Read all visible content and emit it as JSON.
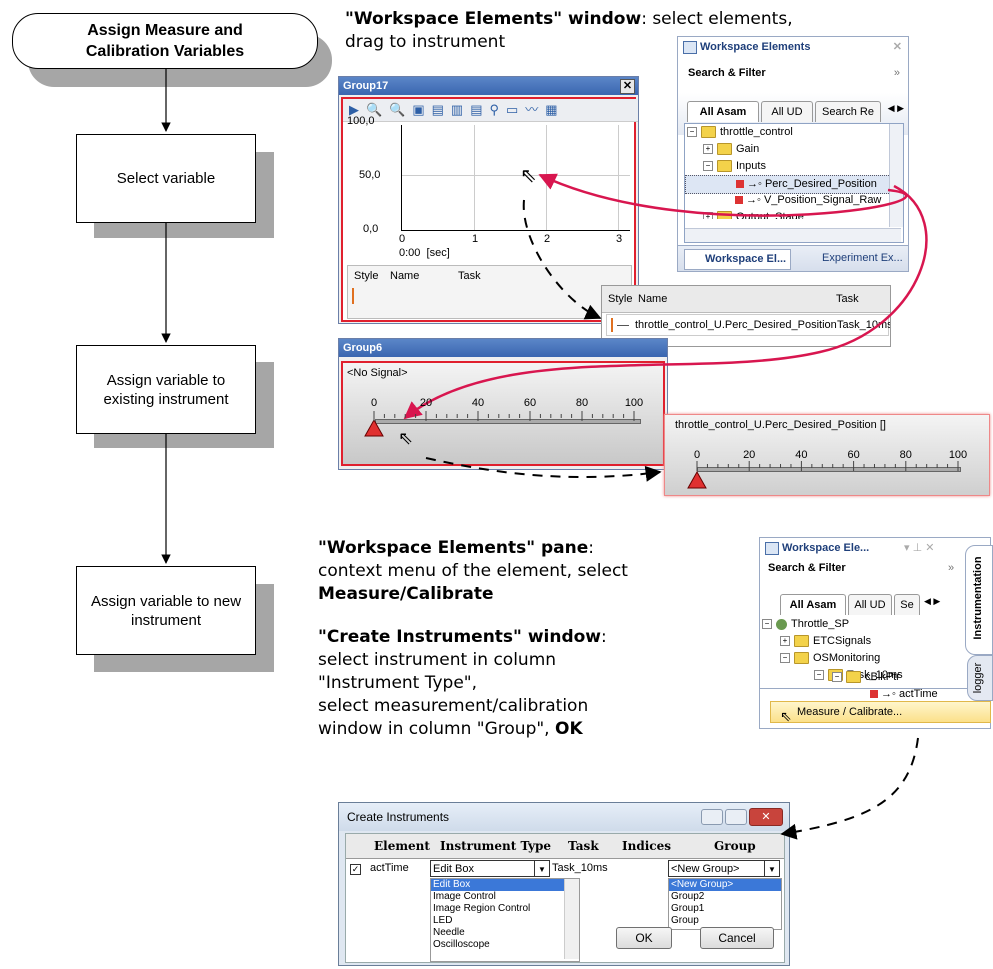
{
  "flow": {
    "start": "Assign Measure and Calibration Variables",
    "step1": "Select variable",
    "step2": "Assign variable to existing instrument",
    "step3": "Assign variable to new instrument"
  },
  "captions": {
    "c1_bold": "\"Workspace Elements\" window",
    "c1_text": ": select elements,",
    "c1_text2": "drag to instrument",
    "c2_bold": "\"Workspace Elements\" pane",
    "c2_text": ":",
    "c2_text2": "context menu of the element, select",
    "c2_bold2": "Measure/Calibrate",
    "c3_bold": "\"Create Instruments\" window",
    "c3_text": ":",
    "c3_l2": "select instrument in column",
    "c3_l3": "\"Instrument Type\",",
    "c3_l4": "select measurement/calibration",
    "c3_l5": "window in column \"Group\",",
    "c3_ok": "OK"
  },
  "ws1": {
    "title": "Workspace Elements",
    "search": "Search & Filter",
    "tabs": [
      "All Asam",
      "All UD",
      "Search Re"
    ],
    "tree": [
      "throttle_control",
      "Gain",
      "Inputs",
      "Perc_Desired_Position",
      "V_Position_Signal_Raw",
      "Output_Stage"
    ],
    "bottom_tabs": [
      "Workspace El...",
      "Experiment Ex..."
    ]
  },
  "group17": {
    "title": "Group17",
    "yticks": [
      "100,0",
      "50,0",
      "0,0"
    ],
    "xticks": [
      "0",
      "1",
      "2",
      "3"
    ],
    "xlabel": "0:00  [sec]",
    "cols": [
      "Style",
      "Name",
      "Task"
    ]
  },
  "legend_popup": {
    "cols": [
      "Style",
      "Name",
      "Task"
    ],
    "name": "throttle_control_U.Perc_Desired_Position",
    "task": "Task_10ms"
  },
  "group6": {
    "title": "Group6",
    "signal": "<No Signal>",
    "ticks": [
      "0",
      "20",
      "40",
      "60",
      "80",
      "100"
    ]
  },
  "slider_popup": {
    "title": "throttle_control_U.Perc_Desired_Position []",
    "ticks": [
      "0",
      "20",
      "40",
      "60",
      "80",
      "100"
    ]
  },
  "ws2": {
    "title": "Workspace Ele...",
    "search": "Search & Filter",
    "tabs": [
      "All Asam",
      "All UD",
      "Se"
    ],
    "tree": [
      "Throttle_SP",
      "ETCSignals",
      "OSMonitoring",
      "Task_10ms",
      "cBlkPtr",
      "actTime"
    ],
    "menu_item": "Measure / Calibrate...",
    "side_tabs": [
      "Instrumentation",
      "logger"
    ]
  },
  "create": {
    "title": "Create Instruments",
    "cols": [
      "Element",
      "Instrument Type",
      "Task",
      "Indices",
      "Group"
    ],
    "row": {
      "element": "actTime",
      "type": "Edit Box",
      "task": "Task_10ms",
      "group": "<New Group>"
    },
    "type_options": [
      "Edit Box",
      "Image Control",
      "Image Region Control",
      "LED",
      "Needle",
      "Oscilloscope"
    ],
    "group_options": [
      "<New Group>",
      "Group2",
      "Group1",
      "Group"
    ],
    "ok": "OK",
    "cancel": "Cancel"
  }
}
